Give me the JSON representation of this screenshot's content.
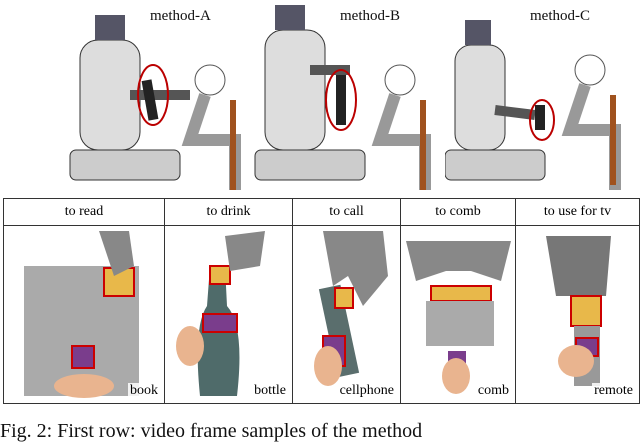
{
  "methods": [
    "method-A",
    "method-B",
    "method-C"
  ],
  "table": {
    "headers": [
      "to read",
      "to drink",
      "to call",
      "to comb",
      "to use for tv"
    ],
    "objects": [
      "book",
      "bottle",
      "cellphone",
      "comb",
      "remote"
    ]
  },
  "colors": {
    "highlight": "#cc1e1e",
    "grasp_region": "#e8b84a",
    "hand_region": "#7a3d8c",
    "robot": "#9a9a9a",
    "chair": "#a0521e"
  },
  "caption": "Fig. 2: First row: video frame samples of the method"
}
